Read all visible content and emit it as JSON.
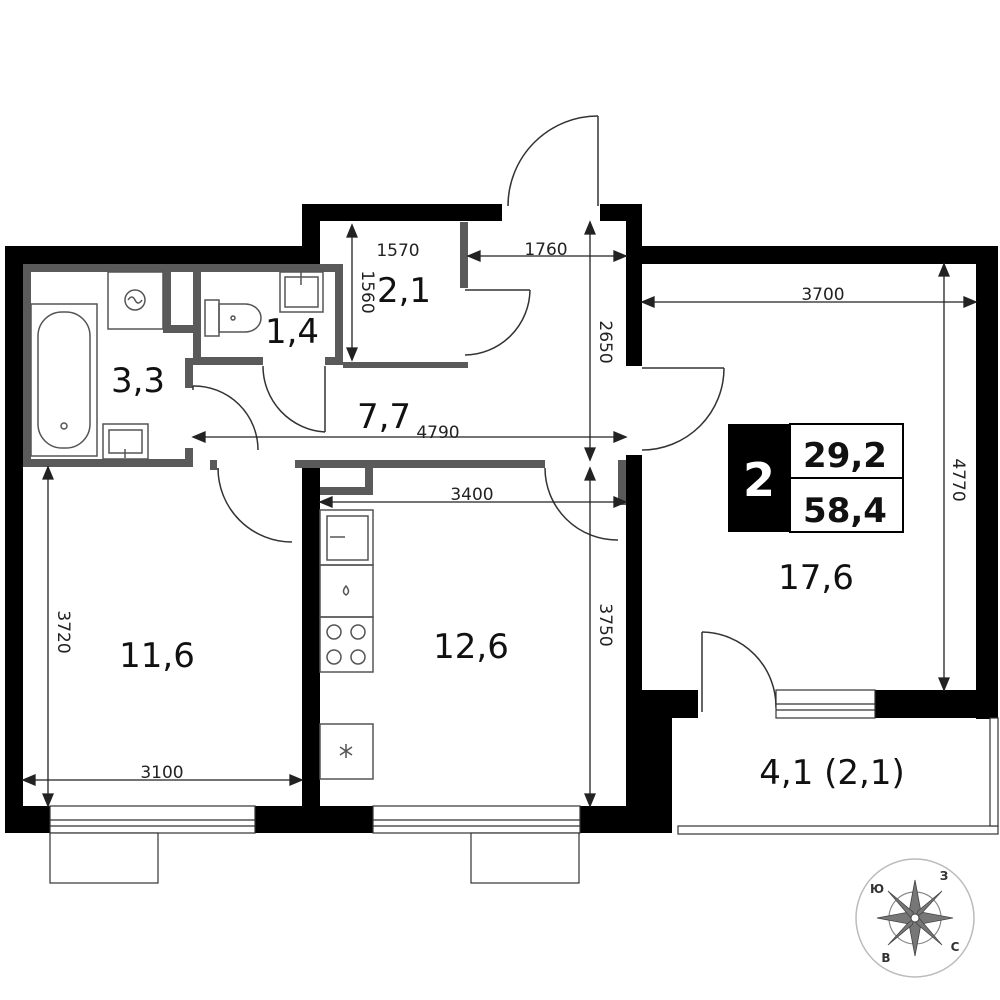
{
  "colors": {
    "wall": "#000000",
    "partition": "#5a5a5a",
    "dimension_line": "#222222",
    "fixture": "#555555"
  },
  "rooms": {
    "bathroom": "3,3",
    "toilet": "1,4",
    "storage": "2,1",
    "hallway": "7,7",
    "bedroom": "11,6",
    "kitchen": "12,6",
    "living_room": "17,6",
    "balcony": "4,1 (2,1)"
  },
  "badge": {
    "rooms_count": "2",
    "living_area": "29,2",
    "total_area": "58,4"
  },
  "dimensions": {
    "storage_width": "1570",
    "storage_depth": "1560",
    "hall_top_width": "1760",
    "hall_height": "2650",
    "living_width": "3700",
    "living_depth": "4770",
    "hall_length": "4790",
    "kitchen_width": "3400",
    "kitchen_depth": "3750",
    "bedroom_depth": "3720",
    "bedroom_width": "3100"
  },
  "fixtures": {
    "bathtub": "bathtub-icon",
    "washer": "washing-machine-icon",
    "sink": "sink-icon",
    "toilet": "toilet-icon",
    "stove": "stove-icon",
    "fridge": "fridge-icon"
  },
  "compass": {
    "north": "З",
    "west": "Ю",
    "south": "С",
    "east": "В"
  }
}
